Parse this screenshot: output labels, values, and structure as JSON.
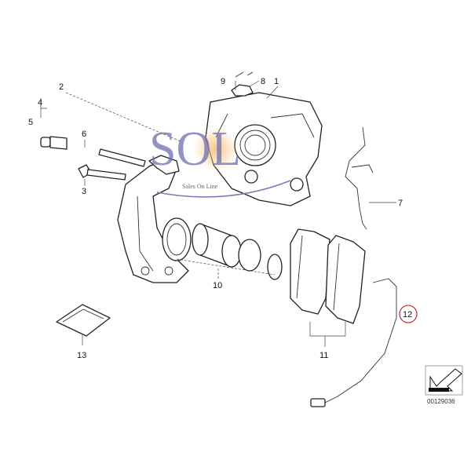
{
  "diagram": {
    "callouts": [
      {
        "id": "2",
        "label": "2"
      },
      {
        "id": "4",
        "label": "4"
      },
      {
        "id": "5",
        "label": "5"
      },
      {
        "id": "6",
        "label": "6"
      },
      {
        "id": "3",
        "label": "3"
      },
      {
        "id": "9",
        "label": "9"
      },
      {
        "id": "8",
        "label": "8"
      },
      {
        "id": "1",
        "label": "1"
      },
      {
        "id": "7",
        "label": "7"
      },
      {
        "id": "10",
        "label": "10"
      },
      {
        "id": "13",
        "label": "13"
      },
      {
        "id": "11",
        "label": "11"
      },
      {
        "id": "12",
        "label": "12",
        "highlighted": true
      }
    ],
    "highlight_color": "#c0393b",
    "diagram_code": "00129036"
  },
  "watermark": {
    "logo": "SOL",
    "tagline": "Sales On Line",
    "color": "#6e6fb0"
  }
}
